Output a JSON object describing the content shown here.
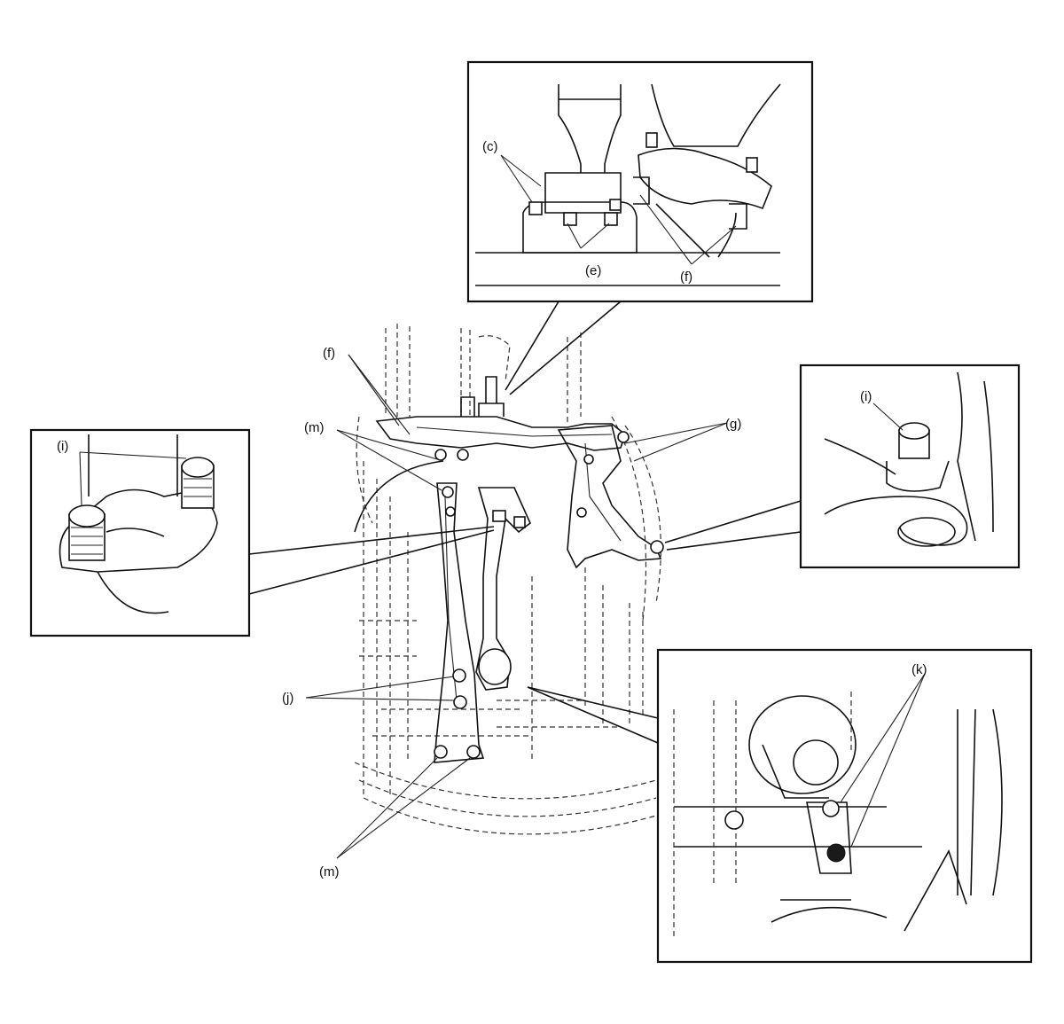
{
  "labels": {
    "c": "(c)",
    "e": "(e)",
    "f_top": "(f)",
    "f_main": "(f)",
    "g": "(g)",
    "i_left": "(i)",
    "i_right": "(i)",
    "j": "(j)",
    "k": "(k)",
    "m_upper": "(m)",
    "m_lower": "(m)"
  },
  "colors": {
    "ink": "#111111",
    "background": "#ffffff"
  }
}
